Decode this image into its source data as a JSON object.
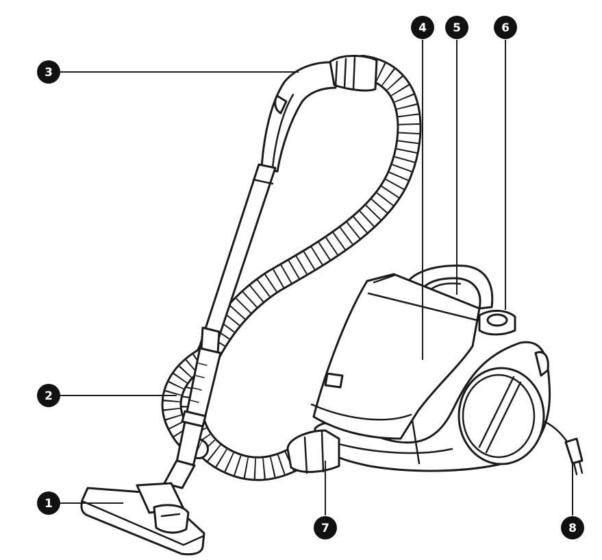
{
  "diagram": {
    "colors": {
      "line": "#1a1a1a",
      "badge": "#111111",
      "badge_text": "#ffffff",
      "background": "#ffffff"
    },
    "callouts": [
      {
        "id": "1",
        "label": "1"
      },
      {
        "id": "2",
        "label": "2"
      },
      {
        "id": "3",
        "label": "3"
      },
      {
        "id": "4",
        "label": "4"
      },
      {
        "id": "5",
        "label": "5"
      },
      {
        "id": "6",
        "label": "6"
      },
      {
        "id": "7",
        "label": "7"
      },
      {
        "id": "8",
        "label": "8"
      }
    ]
  }
}
